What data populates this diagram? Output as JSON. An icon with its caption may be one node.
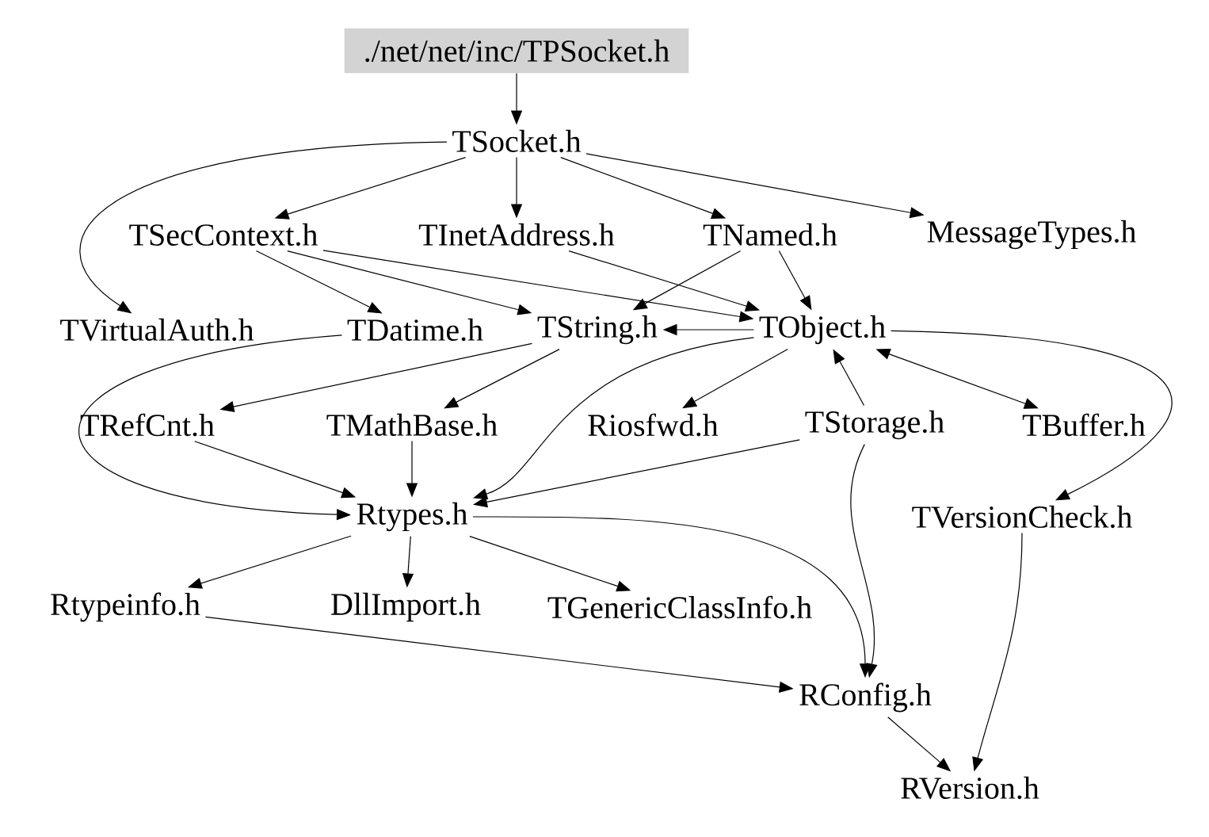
{
  "diagram": {
    "nodes": [
      {
        "text": [
          "./net/net/inc/TPSocket.h"
        ]
      },
      {
        "text": [
          "TSocket.h"
        ]
      },
      {
        "text": [
          "TSecContext.h"
        ]
      },
      {
        "text": [
          "TInetAddress.h"
        ]
      },
      {
        "text": [
          "TNamed.h"
        ]
      },
      {
        "text": [
          "MessageTypes.h"
        ]
      },
      {
        "text": [
          "TVirtualAuth.h"
        ]
      },
      {
        "text": [
          "TDatime.h"
        ]
      },
      {
        "text": [
          "TString.h"
        ]
      },
      {
        "text": [
          "TObject.h"
        ]
      },
      {
        "text": [
          "TRefCnt.h"
        ]
      },
      {
        "text": [
          "TMathBase.h"
        ]
      },
      {
        "text": [
          "Riosfwd.h"
        ]
      },
      {
        "text": [
          "TStorage.h"
        ]
      },
      {
        "text": [
          "TBuffer.h"
        ]
      },
      {
        "text": [
          "Rtypes.h"
        ]
      },
      {
        "text": [
          "TVersionCheck.h"
        ]
      },
      {
        "text": [
          "Rtypeinfo.h"
        ]
      },
      {
        "text": [
          "DllImport.h"
        ]
      },
      {
        "text": [
          "TGenericClassInfo.h"
        ]
      },
      {
        "text": [
          "RConfig.h"
        ]
      },
      {
        "text": [
          "RVersion.h"
        ]
      }
    ],
    "edges": [
      {
        "from": 0,
        "to": 1,
        "arrow": "to"
      },
      {
        "from": 1,
        "to": 2,
        "arrow": "to"
      },
      {
        "from": 1,
        "to": 3,
        "arrow": "to"
      },
      {
        "from": 1,
        "to": 4,
        "arrow": "to"
      },
      {
        "from": 1,
        "to": 5,
        "arrow": "to"
      },
      {
        "from": 1,
        "to": 6,
        "arrow": "to"
      },
      {
        "from": 2,
        "to": 7,
        "arrow": "to"
      },
      {
        "from": 2,
        "to": 8,
        "arrow": "to"
      },
      {
        "from": 2,
        "to": 9,
        "arrow": "to"
      },
      {
        "from": 3,
        "to": 9,
        "arrow": "to"
      },
      {
        "from": 4,
        "to": 8,
        "arrow": "to"
      },
      {
        "from": 4,
        "to": 9,
        "arrow": "to"
      },
      {
        "from": 7,
        "to": 15,
        "arrow": "to"
      },
      {
        "from": 8,
        "to": 10,
        "arrow": "to"
      },
      {
        "from": 8,
        "to": 11,
        "arrow": "to"
      },
      {
        "from": 9,
        "to": 8,
        "arrow": "to"
      },
      {
        "from": 9,
        "to": 12,
        "arrow": "to"
      },
      {
        "from": 13,
        "to": 9,
        "arrow": "to"
      },
      {
        "from": 9,
        "to": 14,
        "arrow": "both"
      },
      {
        "from": 9,
        "to": 16,
        "arrow": "to"
      },
      {
        "from": 9,
        "to": 15,
        "arrow": "to"
      },
      {
        "from": 10,
        "to": 15,
        "arrow": "to"
      },
      {
        "from": 11,
        "to": 15,
        "arrow": "to"
      },
      {
        "from": 13,
        "to": 15,
        "arrow": "to"
      },
      {
        "from": 13,
        "to": 20,
        "arrow": "to"
      },
      {
        "from": 15,
        "to": 20,
        "arrow": "to"
      },
      {
        "from": 15,
        "to": 17,
        "arrow": "to"
      },
      {
        "from": 15,
        "to": 18,
        "arrow": "to"
      },
      {
        "from": 15,
        "to": 19,
        "arrow": "to"
      },
      {
        "from": 17,
        "to": 20,
        "arrow": "to"
      },
      {
        "from": 20,
        "to": 21,
        "arrow": "to"
      },
      {
        "from": 16,
        "to": 21,
        "arrow": "to"
      }
    ]
  }
}
